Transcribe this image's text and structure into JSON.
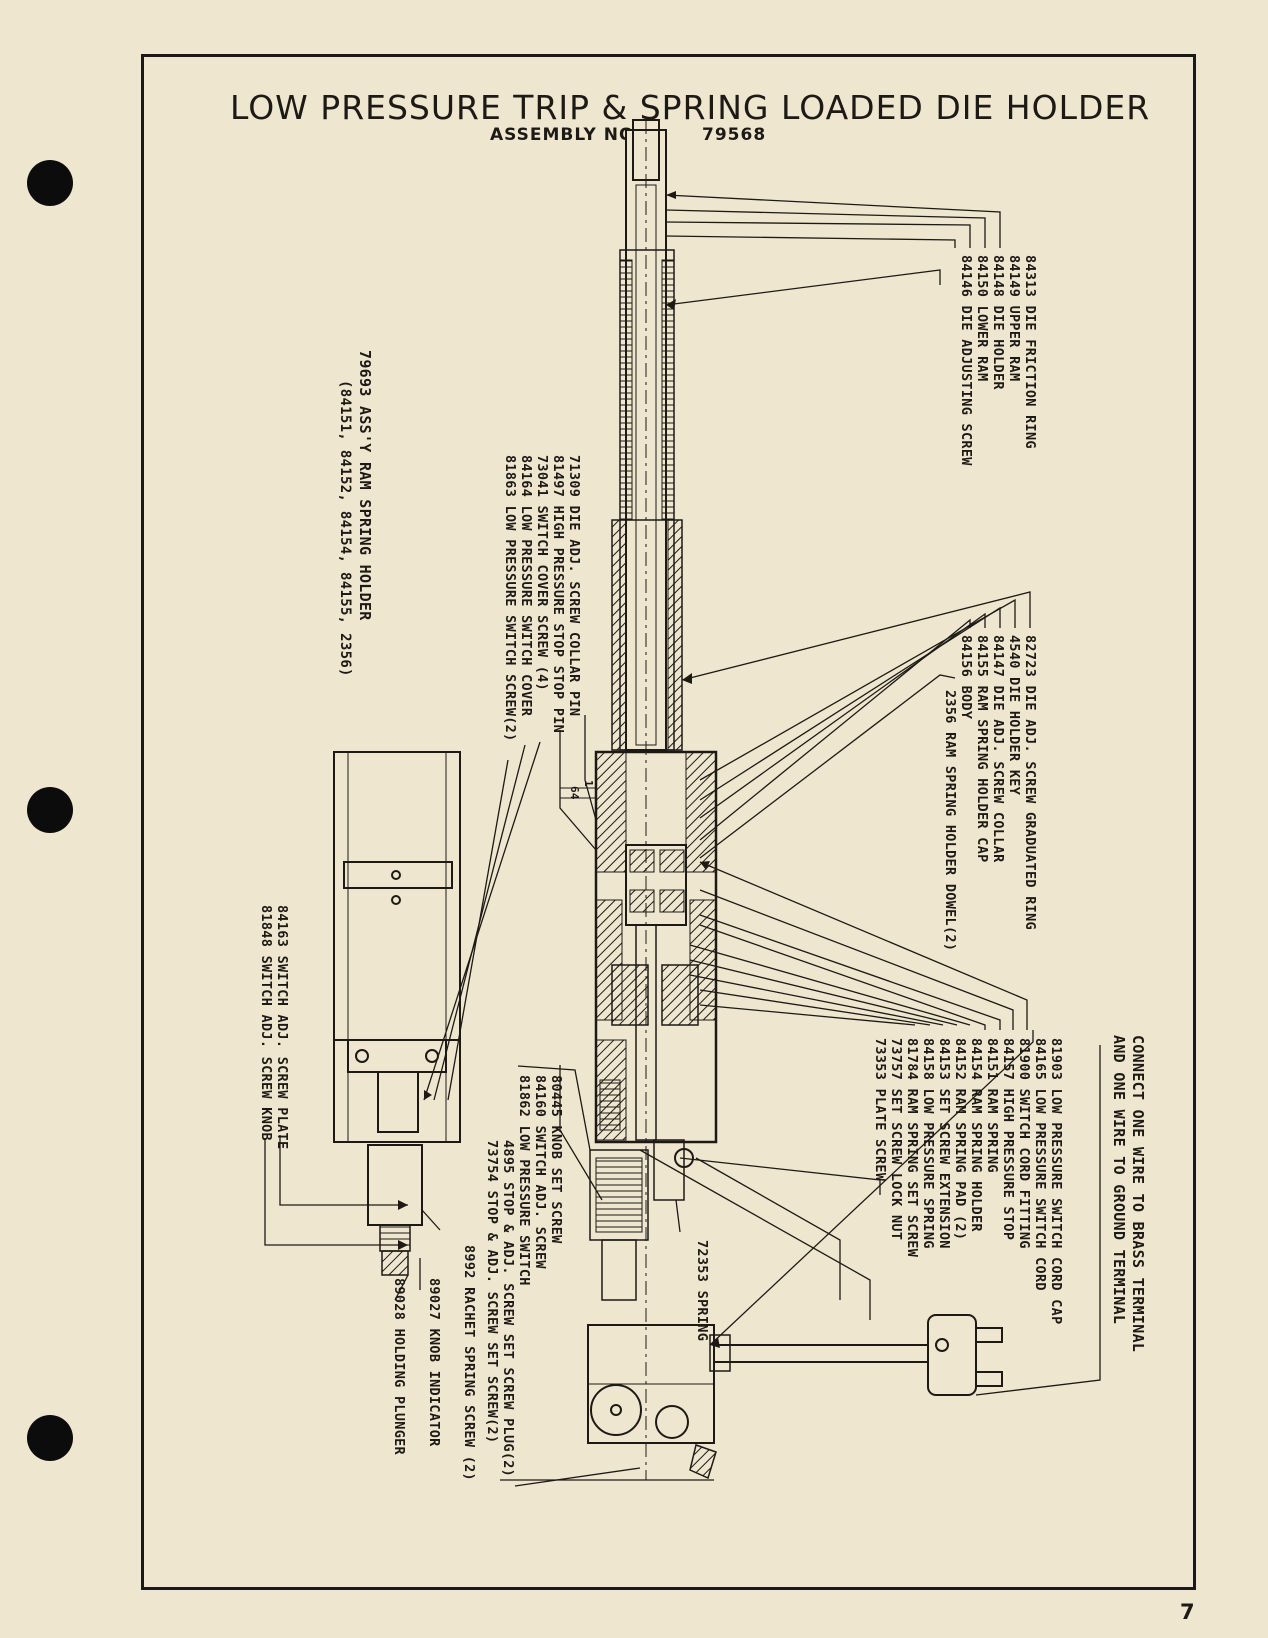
{
  "title": "LOW PRESSURE TRIP & SPRING LOADED DIE HOLDER",
  "assembly_label": "ASSEMBLY NO.",
  "assembly_number": "79568",
  "page_number": "7",
  "labels_top": [
    "84313 DIE FRICTION RING",
    "84149 UPPER RAM",
    "84148 DIE HOLDER",
    "84150 LOWER RAM",
    "84146 DIE ADJUSTING SCREW"
  ],
  "labels_mid": [
    "82723 DIE ADJ. SCREW GRADUATED RING",
    "4540 DIE HOLDER KEY",
    "84147 DIE ADJ. SCREW COLLAR",
    "84155 RAM SPRING HOLDER CAP",
    "84156 BODY",
    "2356 RAM SPRING HOLDER DOWEL(2)"
  ],
  "labels_left": [
    "71309 DIE ADJ. SCREW COLLAR PIN",
    "81497 HIGH PRESSURE STOP STOP PIN",
    "73041 SWITCH COVER SCREW (4)",
    "84164 LOW PRESSURE SWITCH COVER",
    "81863 LOW PRESSURE SWITCH SCREW(2)"
  ],
  "assy_ram": {
    "title": "79693 ASS'Y RAM SPRING HOLDER",
    "parts": "(84151, 84152, 84154, 84155, 2356)"
  },
  "labels_right": [
    "81903 LOW PRESSURE SWITCH CORD CAP",
    "84165 LOW PRESSURE SWITCH CORD",
    "81900 SWITCH CORD FITTING",
    "84157 HIGH PRESSURE STOP",
    "84151 RAM SPRING",
    "84154 RAM SPRING HOLDER",
    "84152 RAM SPRING PAD (2)",
    "84153 SET SCREW EXTENSION",
    "84158 LOW PRESSURE SPRING",
    "81784 RAM SPRING SET SCREW",
    "73757 SET SCREW LOCK NUT",
    "73353 PLATE SCREW"
  ],
  "connect_note": [
    "CONNECT ONE WIRE TO BRASS TERMINAL",
    "AND ONE WIRE TO GROUND TERMINAL"
  ],
  "labels_lower": [
    "80445 KNOB SET SCREW",
    "84160 SWITCH ADJ. SCREW",
    "81862 LOW PRESSURE SWITCH",
    "4895 STOP & ADJ. SCREW SET SCREW PLUG(2)",
    "73754 STOP & ADJ. SCREW SET SCREW(2)",
    "8992 RACHET SPRING SCREW (2)",
    "89027 KNOB INDICATOR",
    "89028 HOLDING PLUNGER"
  ],
  "label_spring": "72353 SPRING",
  "labels_plate": [
    "84163 SWITCH ADJ. SCREW PLATE",
    "81848 SWITCH ADJ. SCREW KNOB"
  ],
  "dim_fraction": {
    "num": "1",
    "den": "64"
  },
  "ink_color": "#1d1a16",
  "paper_color": "#efe6cf"
}
